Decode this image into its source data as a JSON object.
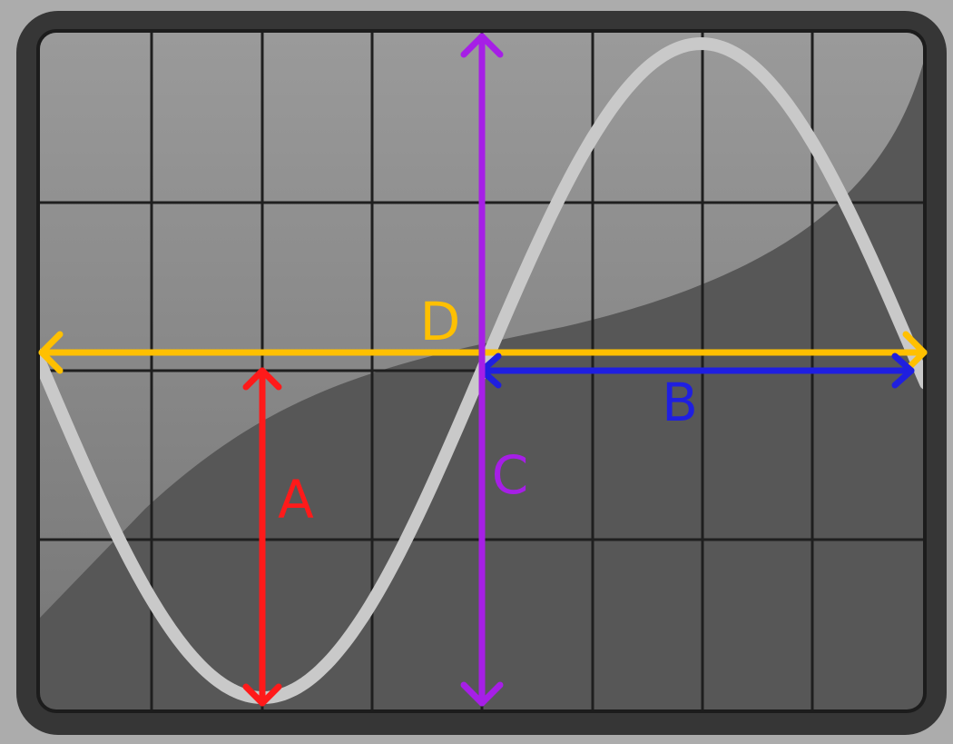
{
  "diagram": {
    "labels": {
      "a": "A",
      "b": "B",
      "c": "C",
      "d": "D"
    },
    "colors": {
      "outer_frame": "#acacac",
      "bezel": "#363636",
      "screen_dark": "#575757",
      "screen_light": "#9a9a9a",
      "grid": "#1f1f1f",
      "sine_wave": "#c9c9c9",
      "arrow_a": "#ff1a1a",
      "arrow_b": "#1f1fe0",
      "arrow_c": "#a61fe6",
      "arrow_d": "#ffc000"
    },
    "grid": {
      "columns": 8,
      "rows": 4
    }
  }
}
